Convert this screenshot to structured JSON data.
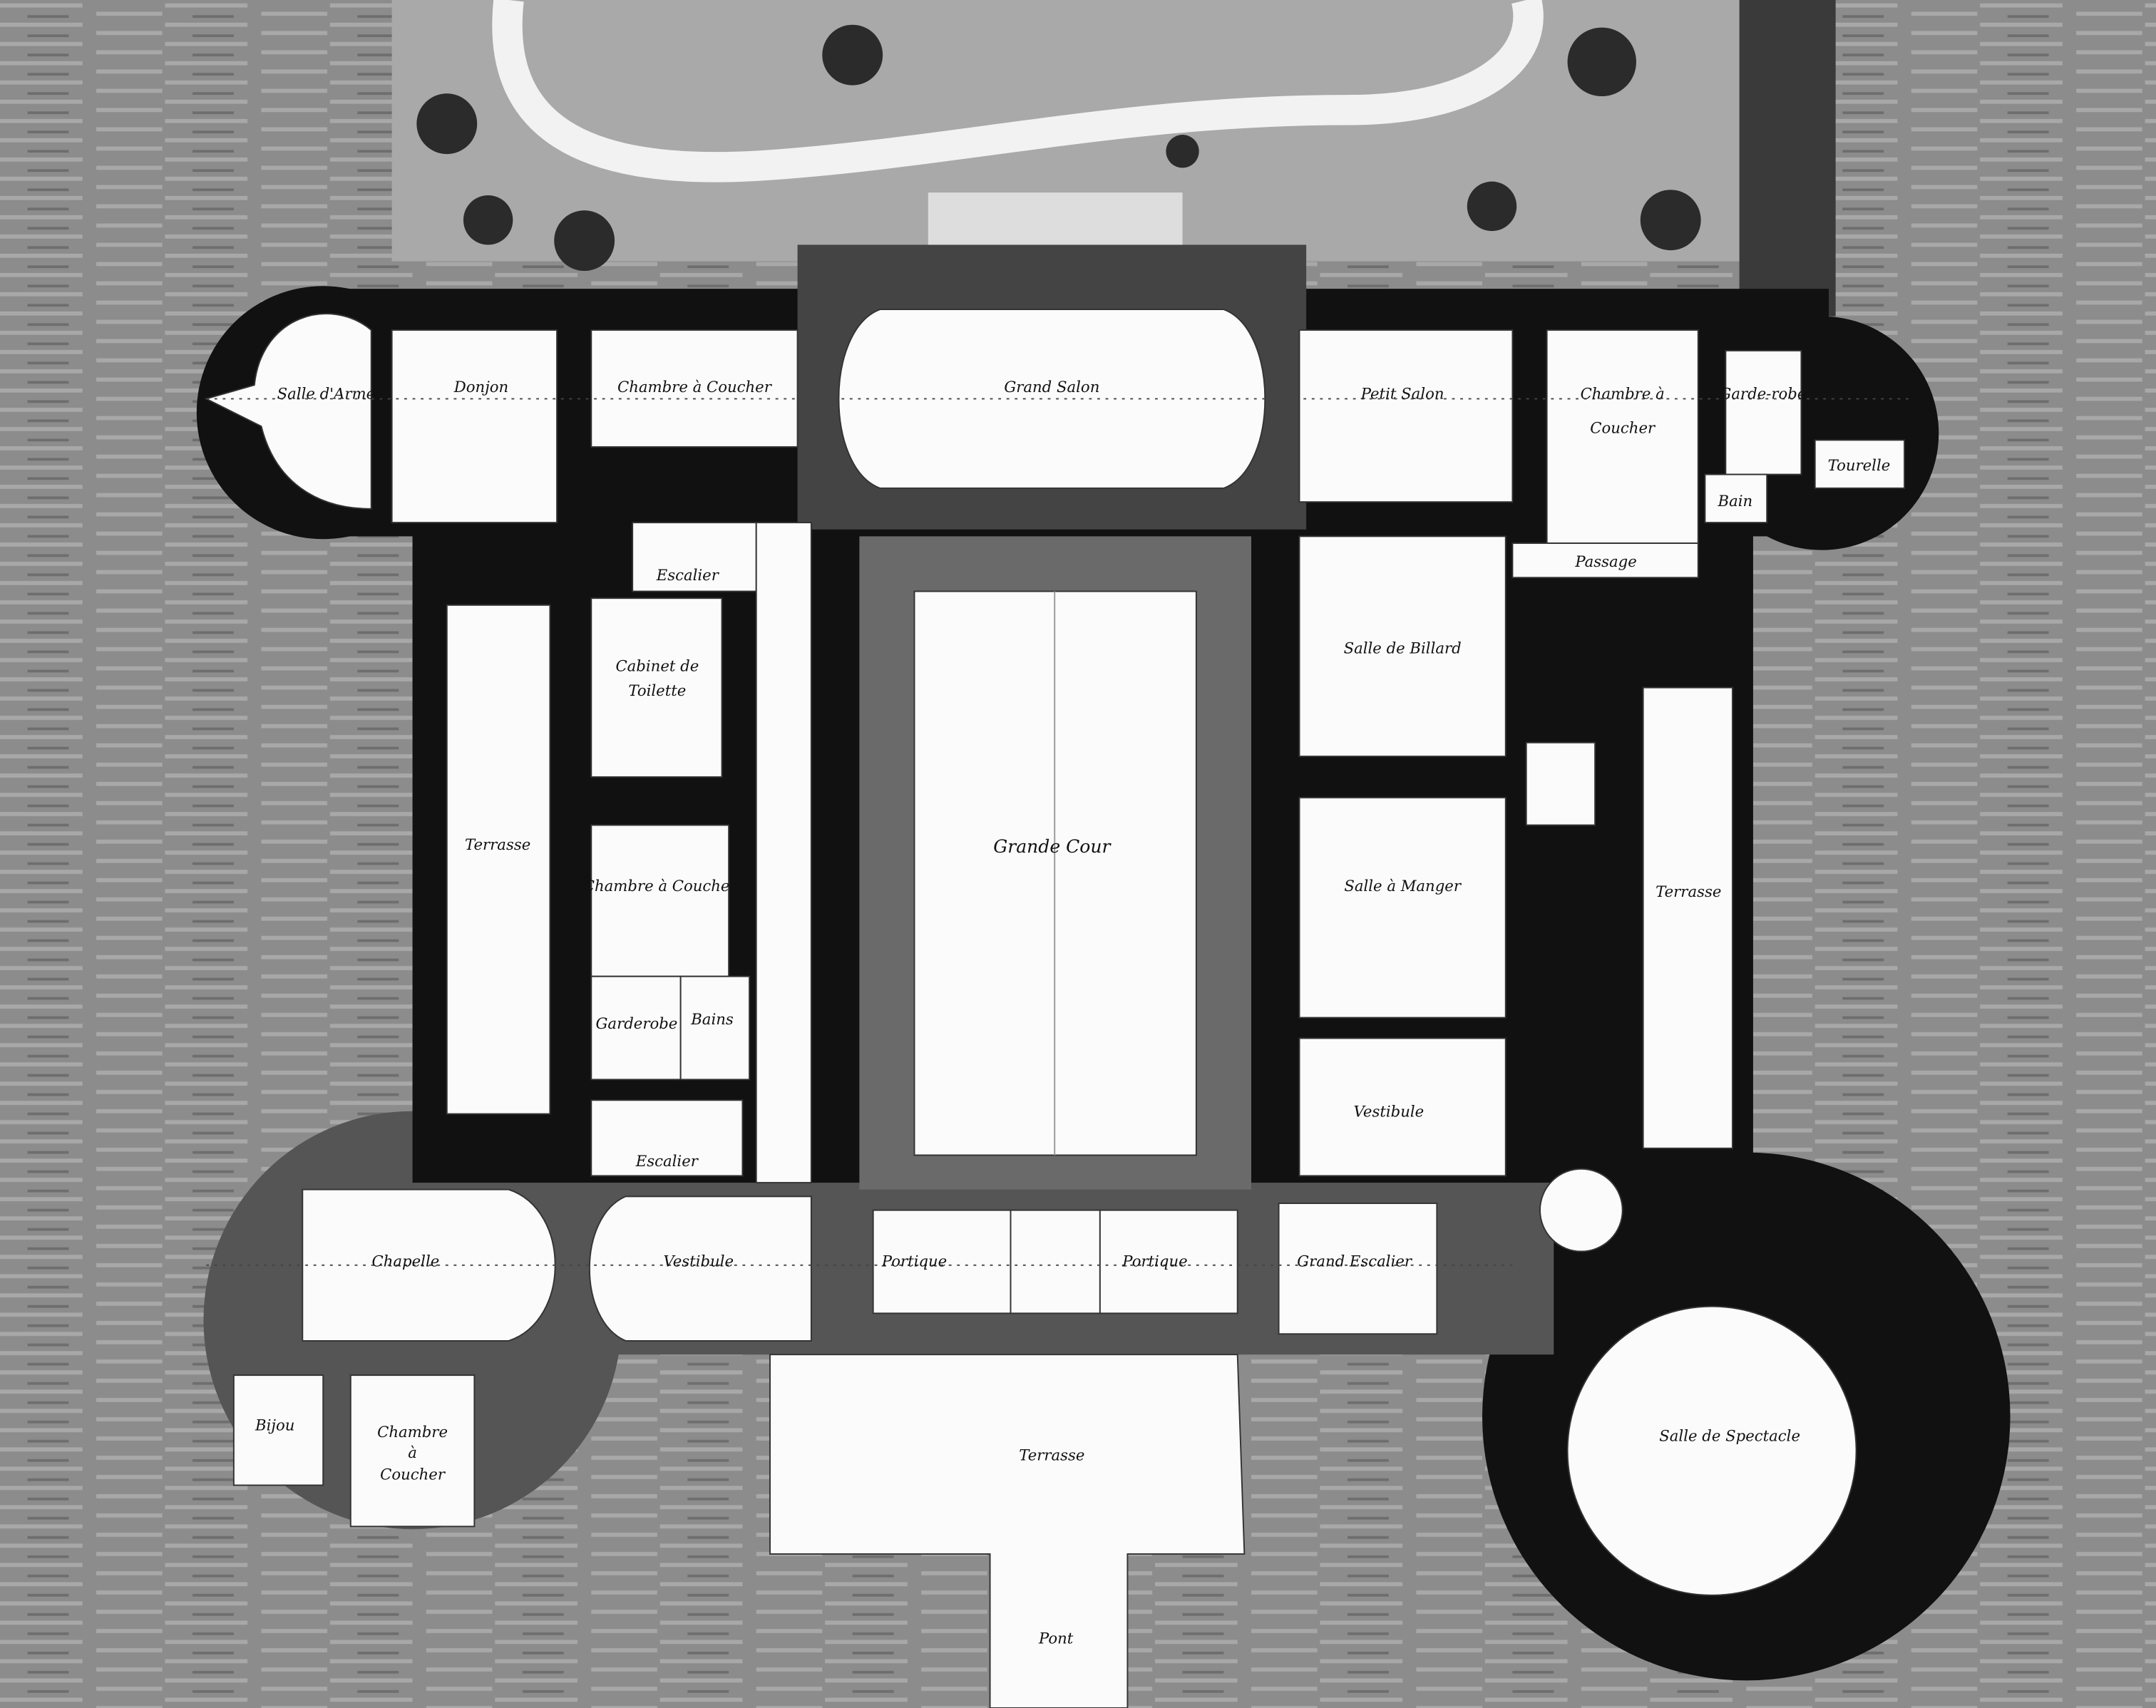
{
  "colors": {
    "water": "#8c8c8c",
    "walls": "#111111",
    "paving": "#5a5a5a",
    "rooms": "#fbfbfb",
    "garden": "#a9a9a9"
  },
  "rooms": {
    "armes": "Salle d'Armes",
    "donjon": "Donjon",
    "chambre_nw": "Chambre à Coucher",
    "grand_salon": "Grand Salon",
    "petit_salon": "Petit Salon",
    "chambre_ne_1": "Chambre à",
    "chambre_ne_2": "Coucher",
    "garde_robe": "Garde-robe",
    "tourelle": "Tourelle",
    "bain": "Bain",
    "passage": "Passage",
    "escalier_n": "Escalier",
    "cabinet_1": "Cabinet de",
    "cabinet_2": "Toilette",
    "terrasse_w": "Terrasse",
    "chambre_w": "Chambre à Coucher",
    "garderobe_w": "Garderobe",
    "bains_w": "Bains",
    "escalier_s": "Escalier",
    "grande_cour": "Grande Cour",
    "billard": "Salle de Billard",
    "manger": "Salle à Manger",
    "terrasse_e": "Terrasse",
    "vestibule_e": "Vestibule",
    "chapelle": "Chapelle",
    "vestibule_s": "Vestibule",
    "portique_1": "Portique",
    "portique_2": "Portique",
    "grand_escalier": "Grand Escalier",
    "spectacle": "Salle de Spectacle",
    "terrasse_s": "Terrasse",
    "pont": "Pont",
    "bijou": "Bijou",
    "chambre_sw_1": "Chambre",
    "chambre_sw_2": "à",
    "chambre_sw_3": "Coucher"
  }
}
